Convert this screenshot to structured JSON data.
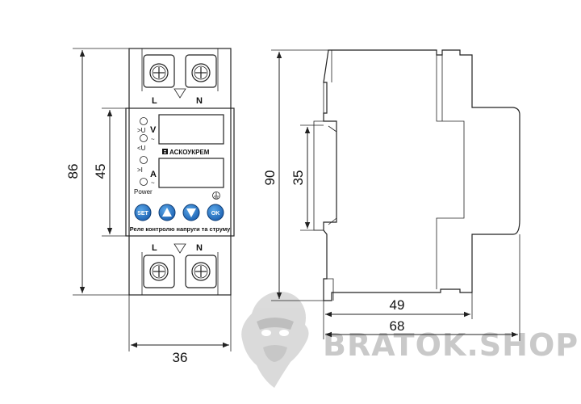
{
  "dimensions": {
    "front_height": "86",
    "front_module_height": "45",
    "front_width": "36",
    "side_height": "90",
    "din_rail": "35",
    "depth_49": "49",
    "depth_68": "68"
  },
  "terminals": {
    "top_left": "L",
    "top_right": "N",
    "bottom_left": "L",
    "bottom_right": "N"
  },
  "panel": {
    "indicators": [
      ">U",
      "<U",
      ">I",
      "Power"
    ],
    "unit_volt": "V",
    "unit_amp": "A",
    "brand": "АСКОУКРЕМ",
    "caption": "Реле контролю напруги та струму"
  },
  "buttons": {
    "set": "SET",
    "ok": "OK"
  },
  "watermark": "BRATOK.SHOP"
}
